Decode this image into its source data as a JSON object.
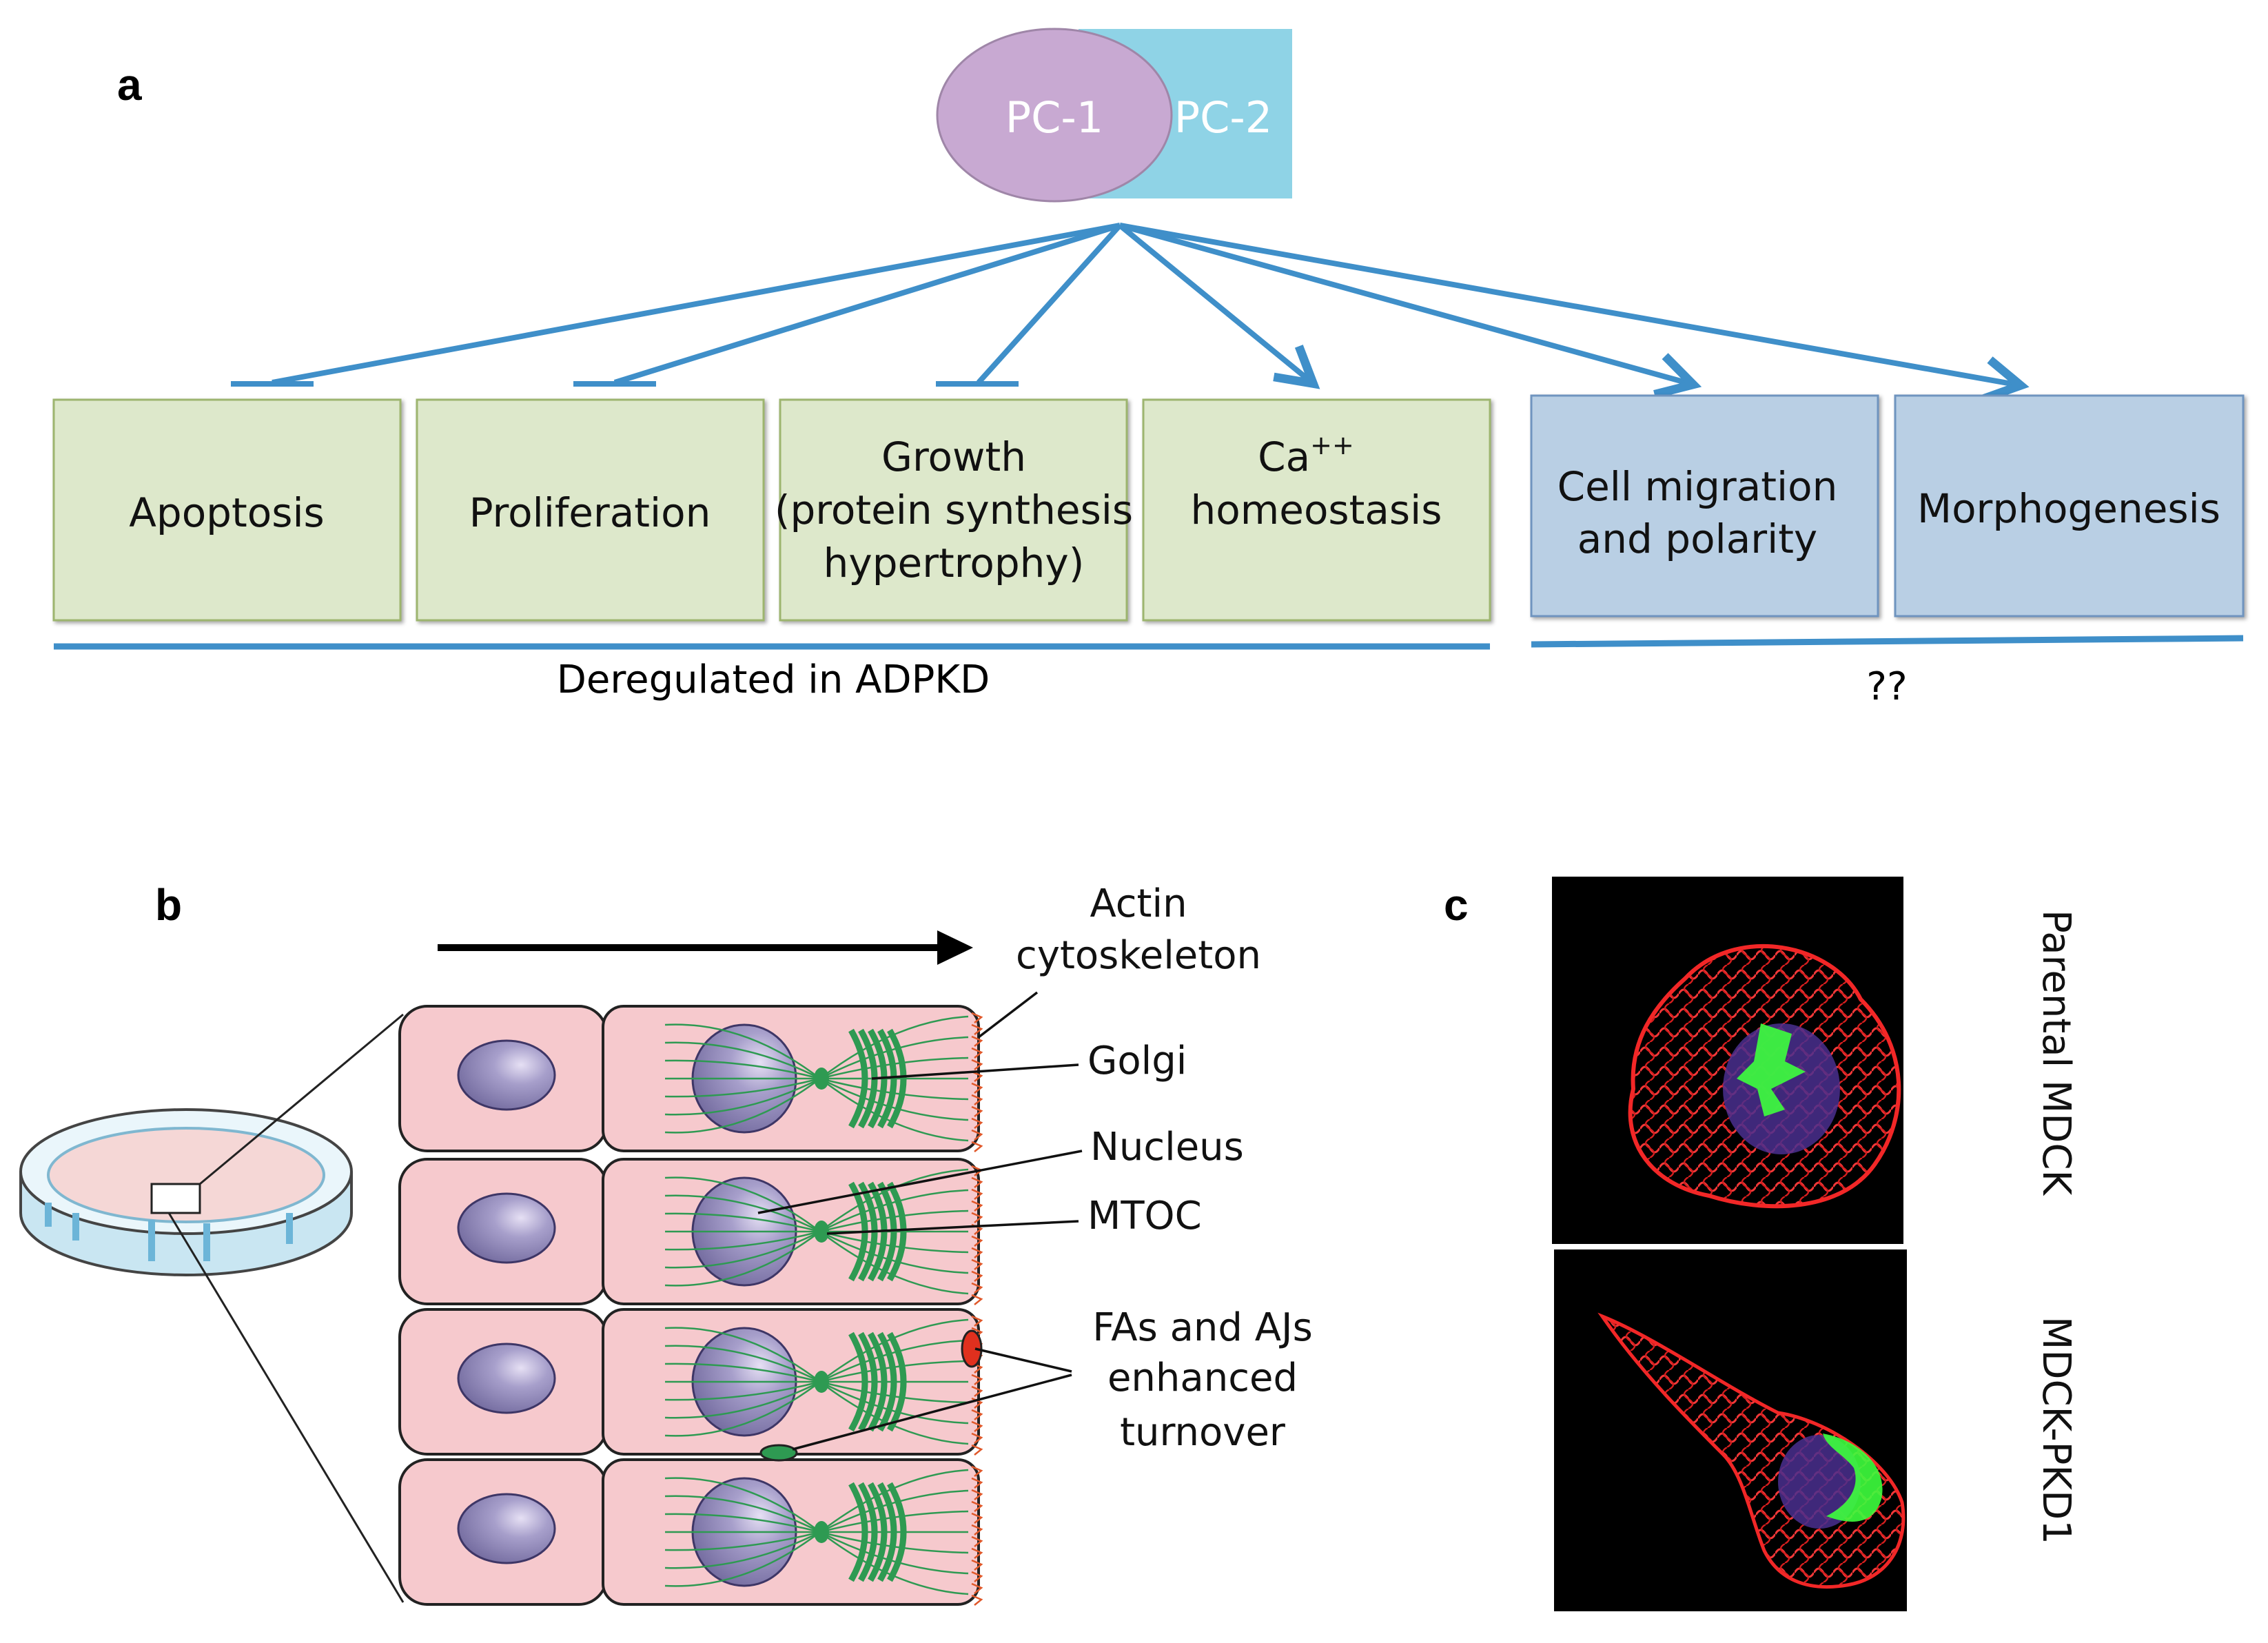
{
  "panel_a": {
    "label": "a",
    "pc1": "PC-1",
    "pc2": "PC-2",
    "boxes": [
      {
        "line1": "Apoptosis",
        "line2": "",
        "line3": ""
      },
      {
        "line1": "Proliferation",
        "line2": "",
        "line3": ""
      },
      {
        "line1": "Growth",
        "line2": "(protein synthesis",
        "line3": "hypertrophy)"
      },
      {
        "line1": "Ca",
        "sup": "++",
        "line2": "homeostasis"
      },
      {
        "line1": "Cell migration",
        "line2": "and polarity"
      },
      {
        "line1": "Morphogenesis"
      }
    ],
    "group_left": "Deregulated in ADPKD",
    "group_right": "??",
    "colors": {
      "green_box": "#dde8cb",
      "blue_box": "#b9cfe4",
      "arrow": "#3f8fc9",
      "pc1": "#c8a9d2",
      "pc2": "#8fd3e6"
    }
  },
  "panel_b": {
    "label": "b",
    "actin_1": "Actin",
    "actin_2": "cytoskeleton",
    "golgi": "Golgi",
    "nucleus": "Nucleus",
    "mtoc": "MTOC",
    "fa_1": "FAs and AJs",
    "fa_2": "enhanced",
    "fa_3": "turnover",
    "colors": {
      "cell": "#f6c9cd",
      "nucleus": "#8f86b6",
      "golgi": "#2e9a52",
      "actin": "#e0582a"
    }
  },
  "panel_c": {
    "label": "c",
    "top_caption": "Parental MDCK",
    "bottom_caption": "MDCK-PKD1"
  }
}
